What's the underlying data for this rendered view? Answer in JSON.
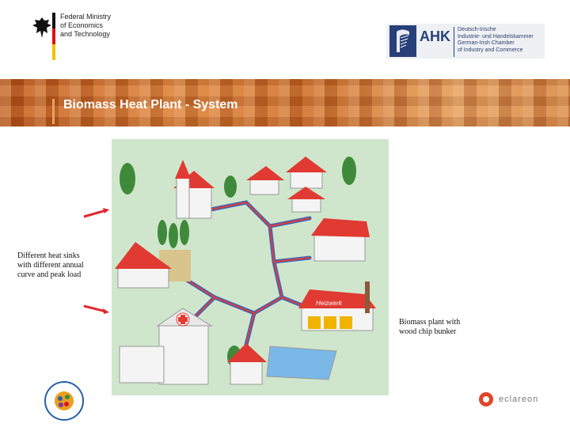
{
  "header": {
    "ministry_lines": [
      "Federal Ministry",
      "of Economics",
      "and Technology"
    ],
    "ahk": {
      "acronym": "AHK",
      "lines": [
        "Deutsch-Irische",
        "Industrie- und Handelskammer",
        "German-Irish Chamber",
        "of Industry and Commerce"
      ]
    }
  },
  "slide": {
    "title": "Biomass Heat Plant - System"
  },
  "illustration": {
    "plant_sign": "Heizwerk"
  },
  "labels": {
    "heat_sinks_lines": [
      "Different heat sinks",
      "with different annual",
      "curve and peak load"
    ],
    "plant_lines": [
      "Biomass plant with",
      "wood chip bunker"
    ]
  },
  "footer": {
    "eclareon": "eclareon"
  },
  "colors": {
    "banner": "#c8642a",
    "pipe": "#3a67b8",
    "pipe_red": "#e23a3a",
    "roof": "#e03a32",
    "grass": "#cfe6cc",
    "arrow": "#e0282e",
    "ahk_blue": "#28407a"
  }
}
